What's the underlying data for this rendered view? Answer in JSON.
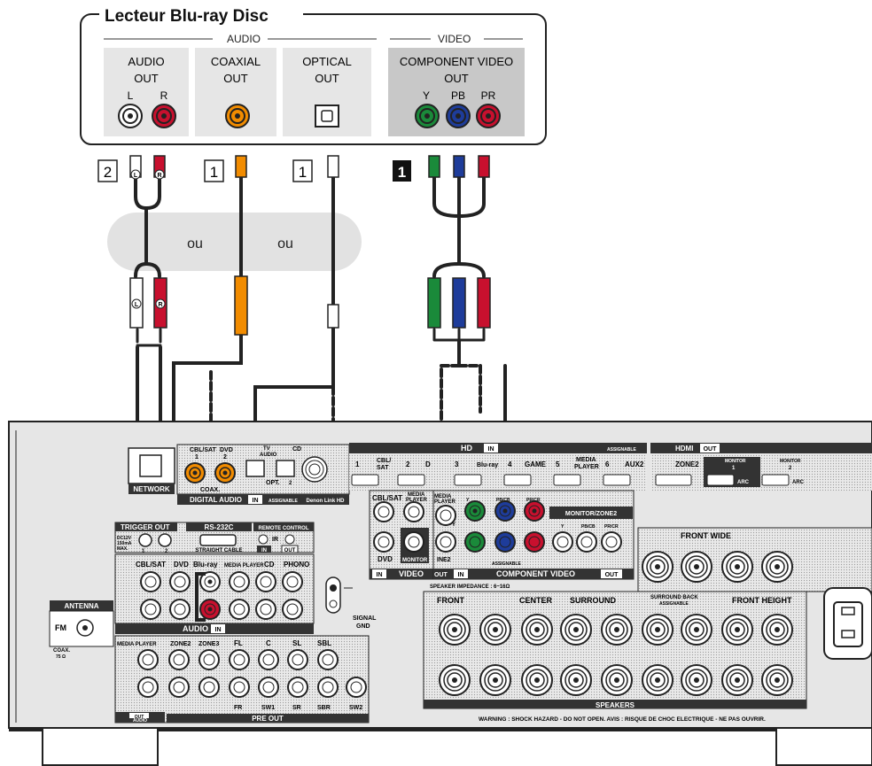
{
  "device": {
    "title": "Lecteur Blu-ray Disc",
    "group_audio": "AUDIO",
    "group_video": "VIDEO",
    "audio_out": [
      "AUDIO",
      "OUT"
    ],
    "audio_l": "L",
    "audio_r": "R",
    "coaxial_out": [
      "COAXIAL",
      "OUT"
    ],
    "optical_out": [
      "OPTICAL",
      "OUT"
    ],
    "component_out": [
      "COMPONENT VIDEO",
      "OUT"
    ],
    "comp_y": "Y",
    "comp_pb": "PB",
    "comp_pr": "PR"
  },
  "cables": {
    "badge_analog": "2",
    "badge_coax": "1",
    "badge_optical": "1",
    "badge_component": "1",
    "plug_l": "L",
    "plug_r": "R",
    "or_1": "ou",
    "or_2": "ou"
  },
  "receiver": {
    "network": "NETWORK",
    "digital_audio": "DIGITAL AUDIO",
    "cbl_sat_1": [
      "CBL/SAT",
      "1"
    ],
    "dvd_2": [
      "DVD",
      "2"
    ],
    "coax": "COAX.",
    "tv_audio": [
      "TV",
      "AUDIO"
    ],
    "cd": "CD",
    "opt": "OPT.",
    "opt_2": "2",
    "in": "IN",
    "assignable": "ASSIGNABLE",
    "denon_link": "Denon Link HD",
    "hdmi": "HD",
    "hdmi_in": "IN",
    "hdmi_inputs": [
      "1",
      "CBL/\nSAT",
      "2",
      "D",
      "3",
      "Blu-ray",
      "4",
      "GAME",
      "5",
      "MEDIA\nPLAYER",
      "6",
      "AUX2"
    ],
    "hdmi_assignable": "ASSIGNABLE",
    "hdmi_out_label": "HDMI",
    "hdmi_out": "OUT",
    "zone2": "ZONE2",
    "monitor1": [
      "MONITOR",
      "1",
      "ARC"
    ],
    "monitor2": [
      "MONITOR",
      "2",
      "ARC"
    ],
    "trigger_out": "TRIGGER OUT",
    "trigger_spec": [
      "DC12V",
      "150mA",
      "MAX."
    ],
    "trigger_nums": [
      "1",
      "2"
    ],
    "rs232c": "RS-232C",
    "straight_cable": "STRAIGHT CABLE",
    "remote_control": "REMOTE CONTROL",
    "ir": "IR",
    "rc_in": "IN",
    "rc_out": "OUT",
    "audio_in_inputs": [
      "CBL/SAT",
      "DVD",
      "Blu-ray",
      "MEDIA PLAYER",
      "CD",
      "PHONO"
    ],
    "audio_in_label": "AUDIO",
    "audio_in_tag": "IN",
    "signal_gnd": [
      "SIGNAL",
      "GND"
    ],
    "antenna": "ANTENNA",
    "fm": "FM",
    "coax_ohm": [
      "COAX.",
      "75 Ω"
    ],
    "video_labels": [
      "CBL/SAT",
      "MEDIA\nPLAYER",
      "DVD",
      "MONITOR"
    ],
    "video_label": "VIDEO",
    "video_in": "IN",
    "video_out": "OUT",
    "component_label": "COMPONENT VIDEO",
    "component_in": "IN",
    "component_out": "OUT",
    "comp_y": "Y",
    "comp_pb": "PB/CB",
    "comp_pr": "PR/CR",
    "comp_assignable": "ASSIGNABLE",
    "monitor_zone2": "MONITOR/ZONE2",
    "mz_labels": [
      "Y",
      "PB/CB",
      "PR/CR"
    ],
    "speaker_impedance": "SPEAKER IMPEDANCE : 6~16Ω",
    "spk_front": "FRONT",
    "spk_center": "CENTER",
    "spk_surround": "SURROUND",
    "spk_surround_back": [
      "SURROUND BACK",
      "ASSIGNABLE"
    ],
    "spk_front_height": "FRONT HEIGHT",
    "spk_front_wide": "FRONT WIDE",
    "speakers": "SPEAKERS",
    "warning": "WARNING : SHOCK HAZARD - DO NOT OPEN.  AVIS : RISQUE DE CHOC ELECTRIQUE - NE PAS OUVRIR.",
    "preout_media": "MEDIA PLAYER",
    "preout_zone2": "ZONE2",
    "preout_zone3": "ZONE3",
    "preout_fl": "FL",
    "preout_c": "C",
    "preout_sl": "SL",
    "preout_sbl": "SBL",
    "preout_fr": "FR",
    "preout_sw1": "SW1",
    "preout_sr": "SR",
    "preout_sbr": "SBR",
    "preout_sw2": "SW2",
    "pre_out": "PRE OUT",
    "audio_out_tag": "OUT",
    "audio_out_label": "AUDIO"
  },
  "colors": {
    "white_jack": "#ffffff",
    "red_jack": "#c8102e",
    "orange_jack": "#f28c00",
    "green_jack": "#1a8a3a",
    "blue_jack": "#1e3c9a",
    "panel": "#e6e6e6",
    "panel_dark": "#d2d2d2"
  }
}
